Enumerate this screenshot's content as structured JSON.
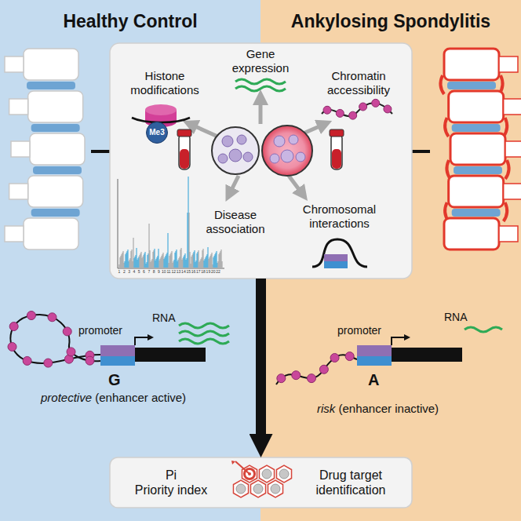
{
  "diagram": {
    "nodes": [
      {
        "text": [
          "Histone modifications",
          "Gene expression",
          "Chromatin accessibility",
          "Disease association",
          "Chromosomal interactions"
        ]
      },
      {
        "text": [
          "Me3"
        ],
        "in": 0
      },
      {
        "text": [
          "Pi Priority index",
          "Drug target identification"
        ]
      }
    ],
    "edges": [
      {
        "from": 0,
        "to": 2,
        "arrow": "to"
      }
    ],
    "labels": [
      "Healthy Control",
      "Ankylosing Spondylitis",
      "1",
      "2",
      "3",
      "4",
      "5",
      "6",
      "7",
      "8",
      "9",
      "10",
      "11",
      "12",
      "13",
      "14",
      "15",
      "16",
      "17",
      "18",
      "19",
      "20",
      "22",
      "promoter",
      "RNA",
      "G",
      "protective (enhancer active)",
      "promoter",
      "RNA",
      "A",
      "risk (enhancer inactive)"
    ]
  }
}
